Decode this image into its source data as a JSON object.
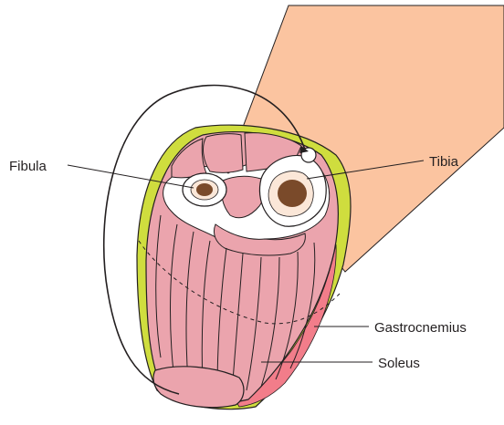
{
  "labels": {
    "fibula": "Fibula",
    "tibia": "Tibia",
    "gastrocnemius": "Gastrocnemius",
    "soleus": "Soleus"
  },
  "colors": {
    "skin": "#fbc4a0",
    "fat": "#cfdd3e",
    "muscle": "#eba4ad",
    "muscle_deep": "#f27d8a",
    "bone_marrow": "#7a4a2a",
    "outline": "#231f20"
  }
}
